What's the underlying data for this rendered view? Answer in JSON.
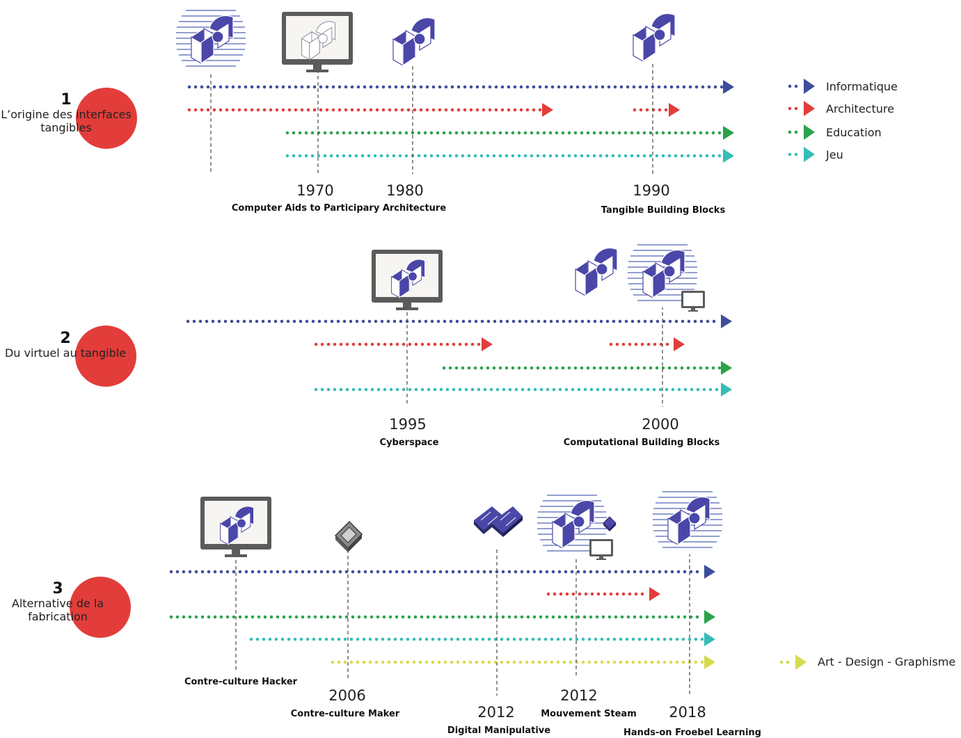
{
  "sections": [
    {
      "number": "1",
      "title_lines": [
        "L’origine des interfaces",
        "tangibles"
      ],
      "years": [
        "1970",
        "1980",
        "1990"
      ],
      "captions": [
        "Computer Aids to Participary Architecture",
        "Tangible Building Blocks"
      ]
    },
    {
      "number": "2",
      "title_lines": [
        "Du virtuel au tangible"
      ],
      "years": [
        "1995",
        "2000"
      ],
      "captions": [
        "Cyberspace",
        "Computational Building Blocks"
      ]
    },
    {
      "number": "3",
      "title_lines": [
        "Alternative de la",
        "fabrication"
      ],
      "years": [
        "2006",
        "2012",
        "2012",
        "2018"
      ],
      "captions": [
        "Contre-culture Hacker",
        "Contre-culture Maker",
        "Digital Manipulative",
        "Mouvement Steam",
        "Hands-on  Froebel Learning"
      ]
    }
  ],
  "legend": [
    {
      "label": "Informatique",
      "color": "#3d4d9c"
    },
    {
      "label": "Architecture",
      "color": "#e23d3a"
    },
    {
      "label": "Education",
      "color": "#2aa24a"
    },
    {
      "label": "Jeu",
      "color": "#35bdb7"
    },
    {
      "label": "Art - Design - Graphisme",
      "color": "#d4dc4c"
    }
  ],
  "colors": {
    "accent_circle": "#e23d3a",
    "logo": "#4a47a8",
    "monitor": "#5b5b5b"
  },
  "icons": [
    "architecture-logo-icon",
    "monitor-icon",
    "circuit-board-icon",
    "blocks-icon"
  ]
}
